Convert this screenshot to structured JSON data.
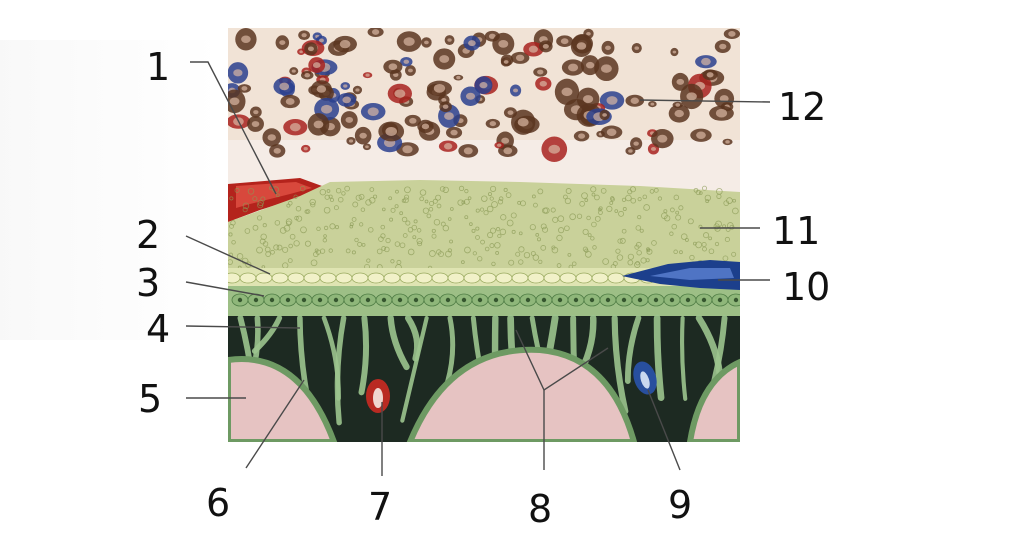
{
  "diagram": {
    "labels": [
      {
        "id": "1",
        "text": "1"
      },
      {
        "id": "2",
        "text": "2"
      },
      {
        "id": "3",
        "text": "3"
      },
      {
        "id": "4",
        "text": "4"
      },
      {
        "id": "5",
        "text": "5"
      },
      {
        "id": "6",
        "text": "6"
      },
      {
        "id": "7",
        "text": "7"
      },
      {
        "id": "8",
        "text": "8"
      },
      {
        "id": "9",
        "text": "9"
      },
      {
        "id": "10",
        "text": "10"
      },
      {
        "id": "11",
        "text": "11"
      },
      {
        "id": "12",
        "text": "12"
      }
    ]
  }
}
